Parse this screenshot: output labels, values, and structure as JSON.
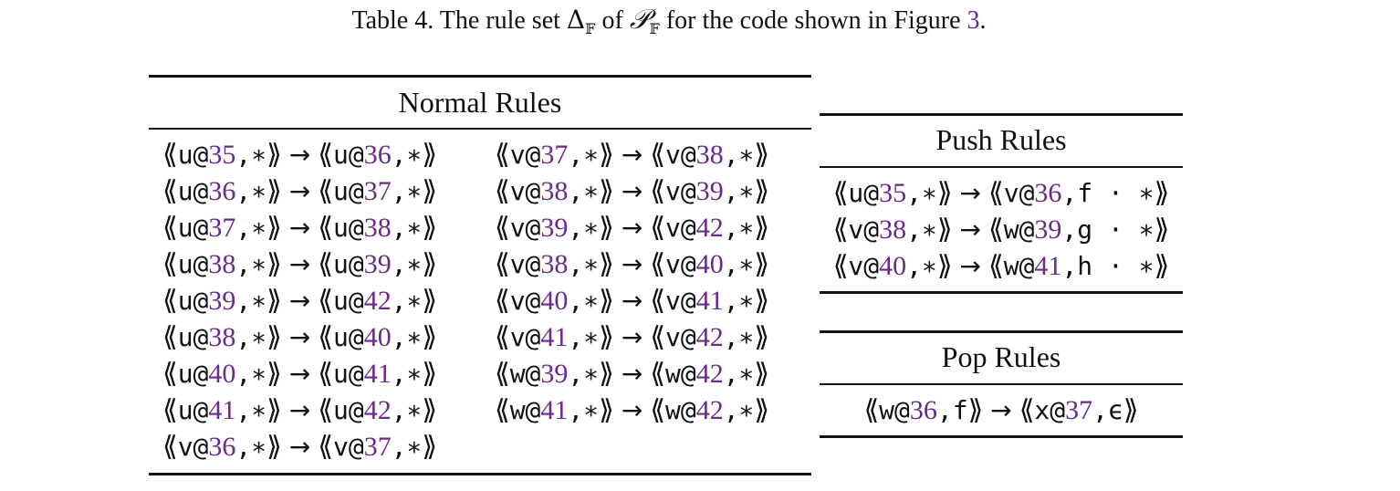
{
  "caption": {
    "prefix": "Table 4.  The rule set ",
    "delta": "Δ",
    "sub1": "𝔽",
    "middle": " of ",
    "pds": "𝒫",
    "sub2": "𝔽",
    "suffix": " for the code shown in Figure ",
    "figure_ref": "3",
    "period": "."
  },
  "normal": {
    "title": "Normal Rules",
    "left": [
      {
        "lhs_var": "u",
        "lhs_line": "35",
        "lhs_stack": "∗",
        "rhs_var": "u",
        "rhs_line": "36",
        "rhs_stack": "∗"
      },
      {
        "lhs_var": "u",
        "lhs_line": "36",
        "lhs_stack": "∗",
        "rhs_var": "u",
        "rhs_line": "37",
        "rhs_stack": "∗"
      },
      {
        "lhs_var": "u",
        "lhs_line": "37",
        "lhs_stack": "∗",
        "rhs_var": "u",
        "rhs_line": "38",
        "rhs_stack": "∗"
      },
      {
        "lhs_var": "u",
        "lhs_line": "38",
        "lhs_stack": "∗",
        "rhs_var": "u",
        "rhs_line": "39",
        "rhs_stack": "∗"
      },
      {
        "lhs_var": "u",
        "lhs_line": "39",
        "lhs_stack": "∗",
        "rhs_var": "u",
        "rhs_line": "42",
        "rhs_stack": "∗"
      },
      {
        "lhs_var": "u",
        "lhs_line": "38",
        "lhs_stack": "∗",
        "rhs_var": "u",
        "rhs_line": "40",
        "rhs_stack": "∗"
      },
      {
        "lhs_var": "u",
        "lhs_line": "40",
        "lhs_stack": "∗",
        "rhs_var": "u",
        "rhs_line": "41",
        "rhs_stack": "∗"
      },
      {
        "lhs_var": "u",
        "lhs_line": "41",
        "lhs_stack": "∗",
        "rhs_var": "u",
        "rhs_line": "42",
        "rhs_stack": "∗"
      },
      {
        "lhs_var": "v",
        "lhs_line": "36",
        "lhs_stack": "∗",
        "rhs_var": "v",
        "rhs_line": "37",
        "rhs_stack": "∗"
      }
    ],
    "right": [
      {
        "lhs_var": "v",
        "lhs_line": "37",
        "lhs_stack": "∗",
        "rhs_var": "v",
        "rhs_line": "38",
        "rhs_stack": "∗"
      },
      {
        "lhs_var": "v",
        "lhs_line": "38",
        "lhs_stack": "∗",
        "rhs_var": "v",
        "rhs_line": "39",
        "rhs_stack": "∗"
      },
      {
        "lhs_var": "v",
        "lhs_line": "39",
        "lhs_stack": "∗",
        "rhs_var": "v",
        "rhs_line": "42",
        "rhs_stack": "∗"
      },
      {
        "lhs_var": "v",
        "lhs_line": "38",
        "lhs_stack": "∗",
        "rhs_var": "v",
        "rhs_line": "40",
        "rhs_stack": "∗"
      },
      {
        "lhs_var": "v",
        "lhs_line": "40",
        "lhs_stack": "∗",
        "rhs_var": "v",
        "rhs_line": "41",
        "rhs_stack": "∗"
      },
      {
        "lhs_var": "v",
        "lhs_line": "41",
        "lhs_stack": "∗",
        "rhs_var": "v",
        "rhs_line": "42",
        "rhs_stack": "∗"
      },
      {
        "lhs_var": "w",
        "lhs_line": "39",
        "lhs_stack": "∗",
        "rhs_var": "w",
        "rhs_line": "42",
        "rhs_stack": "∗"
      },
      {
        "lhs_var": "w",
        "lhs_line": "41",
        "lhs_stack": "∗",
        "rhs_var": "w",
        "rhs_line": "42",
        "rhs_stack": "∗"
      }
    ]
  },
  "push": {
    "title": "Push Rules",
    "rows": [
      {
        "lhs_var": "u",
        "lhs_line": "35",
        "lhs_stack": "∗",
        "rhs_var": "v",
        "rhs_line": "36",
        "rhs_stack": "f · ∗"
      },
      {
        "lhs_var": "v",
        "lhs_line": "38",
        "lhs_stack": "∗",
        "rhs_var": "w",
        "rhs_line": "39",
        "rhs_stack": "g · ∗"
      },
      {
        "lhs_var": "v",
        "lhs_line": "40",
        "lhs_stack": "∗",
        "rhs_var": "w",
        "rhs_line": "41",
        "rhs_stack": "h · ∗"
      }
    ]
  },
  "pop": {
    "title": "Pop Rules",
    "rows": [
      {
        "lhs_var": "w",
        "lhs_line": "36",
        "lhs_stack": "f",
        "rhs_var": "x",
        "rhs_line": "37",
        "rhs_stack": "ϵ"
      }
    ]
  },
  "symbols": {
    "open": "⟪",
    "close": "⟫",
    "arrow": "→",
    "at": "@",
    "comma": ","
  },
  "colors": {
    "line_number": "#6a2a8a",
    "text": "#111111",
    "rule": "#111111"
  }
}
